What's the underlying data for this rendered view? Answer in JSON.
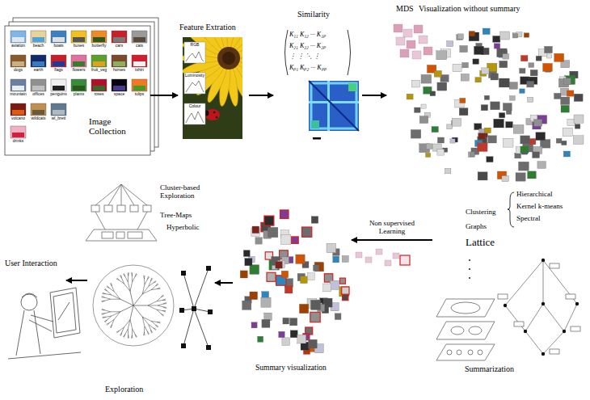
{
  "diagram": {
    "nodes": [
      {
        "text": [
          "Image Collection"
        ]
      },
      {
        "text": [
          "Feature Extration"
        ]
      },
      {
        "text": [
          "Similarity"
        ]
      },
      {
        "text": [
          "MDS",
          "Visualization without summary"
        ]
      },
      {
        "text": [
          "Summarization"
        ]
      },
      {
        "text": [
          "Summary visualization"
        ]
      },
      {
        "text": [
          "Exploration"
        ]
      },
      {
        "text": [
          "User Interaction"
        ]
      }
    ],
    "edges": [
      {
        "from": 0,
        "to": 1,
        "arrow": "to"
      },
      {
        "from": 1,
        "to": 2,
        "arrow": "to"
      },
      {
        "from": 2,
        "to": 3,
        "arrow": "to"
      },
      {
        "from": 4,
        "to": 5,
        "label": "Non supervised Learning",
        "arrow": "to"
      },
      {
        "from": 5,
        "to": 6,
        "arrow": "to"
      },
      {
        "from": 6,
        "to": 7,
        "arrow": "to"
      }
    ],
    "labels": [
      "aviation",
      "beach",
      "boats",
      "buses",
      "butterfly",
      "cars",
      "cats",
      "dogs",
      "earth",
      "flags",
      "flowers",
      "fruit_veg",
      "horses",
      "tshirt",
      "mountain",
      "offices",
      "penguins",
      "plants",
      "roses",
      "space",
      "tulips",
      "volcano",
      "wildcats",
      "wl_brett",
      "drinks",
      "RGB",
      "Luminosity",
      "Colour",
      "K₁₁ K₁₂ ··· K₁ₚ",
      "K₂₁ K₂₂ ··· K₂ₚ",
      "⋮ ⋮ ⋱ ⋮",
      "Kₚ₁ Kₚ₂ ··· Kₚₚ",
      "Clustering",
      "Graphs",
      "Lattice",
      "Hierarchical",
      "Kernel k-means",
      "Spectral",
      "Cluster-based Exploration",
      "Tree-Maps",
      "Hyperbolic"
    ]
  }
}
